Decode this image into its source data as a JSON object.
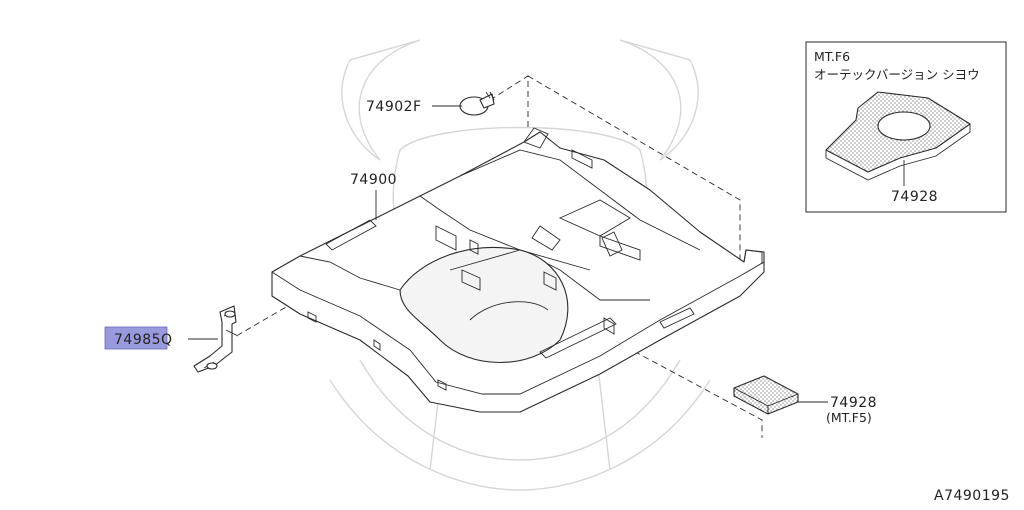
{
  "diagram": {
    "parts": {
      "p74902f": "74902F",
      "p74900": "74900",
      "p74985q": "74985Q",
      "p74928_main": "74928",
      "p74928_main_variant": "(MT.F5)",
      "p74928_inset": "74928"
    },
    "inset": {
      "line1": "MT.F6",
      "line2": "オーテックバージョン シヨウ"
    },
    "figure_code": "A7490195",
    "colors": {
      "highlight": "#9999dd",
      "line": "#2a2a2a",
      "watermark": "#d6d6d6"
    }
  }
}
